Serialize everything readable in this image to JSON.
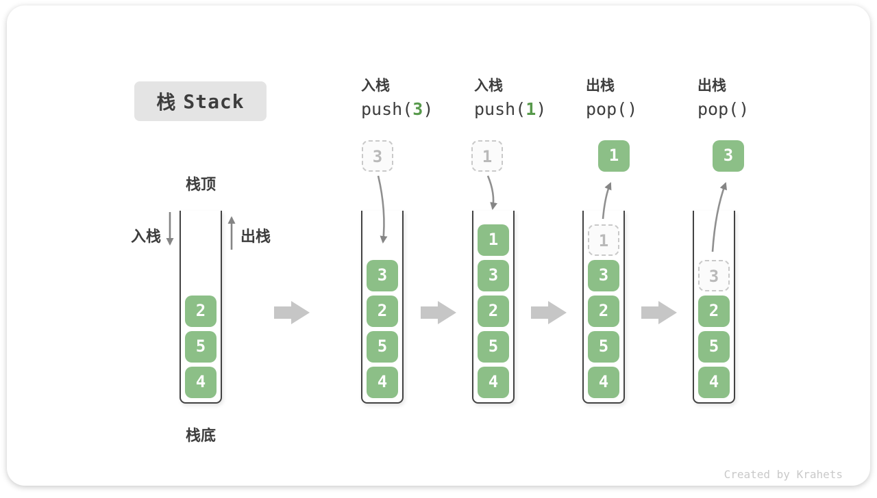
{
  "title": {
    "cn": "栈",
    "en": "Stack"
  },
  "labels": {
    "stack_top": "栈顶",
    "stack_bottom": "栈底",
    "push_side": "入栈",
    "pop_side": "出栈"
  },
  "operations": [
    {
      "name": "入栈",
      "code_prefix": "push(",
      "code_arg": "3",
      "code_suffix": ")"
    },
    {
      "name": "入栈",
      "code_prefix": "push(",
      "code_arg": "1",
      "code_suffix": ")"
    },
    {
      "name": "出栈",
      "code_prefix": "pop()",
      "code_arg": "",
      "code_suffix": ""
    },
    {
      "name": "出栈",
      "code_prefix": "pop()",
      "code_arg": "",
      "code_suffix": ""
    }
  ],
  "floating_boxes": [
    {
      "value": "3",
      "style": "ghost"
    },
    {
      "value": "1",
      "style": "ghost"
    },
    {
      "value": "1",
      "style": "solid"
    },
    {
      "value": "3",
      "style": "solid"
    }
  ],
  "stacks": [
    {
      "items": [
        {
          "v": "2"
        },
        {
          "v": "5"
        },
        {
          "v": "4"
        }
      ]
    },
    {
      "items": [
        {
          "v": "3"
        },
        {
          "v": "2"
        },
        {
          "v": "5"
        },
        {
          "v": "4"
        }
      ]
    },
    {
      "items": [
        {
          "v": "1"
        },
        {
          "v": "3"
        },
        {
          "v": "2"
        },
        {
          "v": "5"
        },
        {
          "v": "4"
        }
      ]
    },
    {
      "items": [
        {
          "v": "1",
          "ghost": true
        },
        {
          "v": "3"
        },
        {
          "v": "2"
        },
        {
          "v": "5"
        },
        {
          "v": "4"
        }
      ]
    },
    {
      "items": [
        {
          "v": "3",
          "ghost": true
        },
        {
          "v": "2"
        },
        {
          "v": "5"
        },
        {
          "v": "4"
        }
      ]
    }
  ],
  "watermark": "Created by Krahets",
  "colors": {
    "cell_green": "#8cbf87",
    "code_arg_green": "#57994b",
    "badge_gray": "#e4e4e4",
    "text_dark": "#3d3d3d",
    "arrow_gray": "#8a8a8a",
    "flow_arrow_gray": "#c6c6c6",
    "ghost_border": "#c9c9c9"
  }
}
